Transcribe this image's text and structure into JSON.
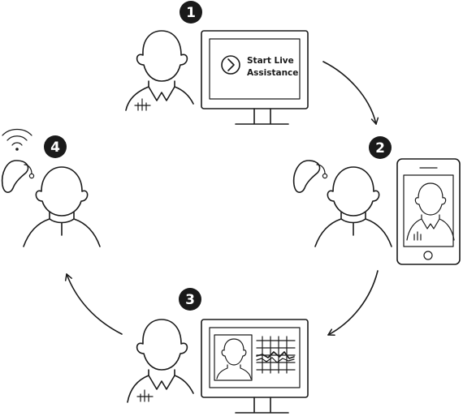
{
  "steps": [
    {
      "number": "1",
      "icon": "clinician-computer-icon"
    },
    {
      "number": "2",
      "icon": "patient-smartphone-icon"
    },
    {
      "number": "3",
      "icon": "clinician-fitting-screen-icon"
    },
    {
      "number": "4",
      "icon": "patient-hearing-aid-wireless-icon"
    }
  ],
  "screen1": {
    "line1": "Start Live",
    "line2": "Assistance"
  },
  "colors": {
    "stroke": "#1a1a1a",
    "background": "#ffffff"
  }
}
